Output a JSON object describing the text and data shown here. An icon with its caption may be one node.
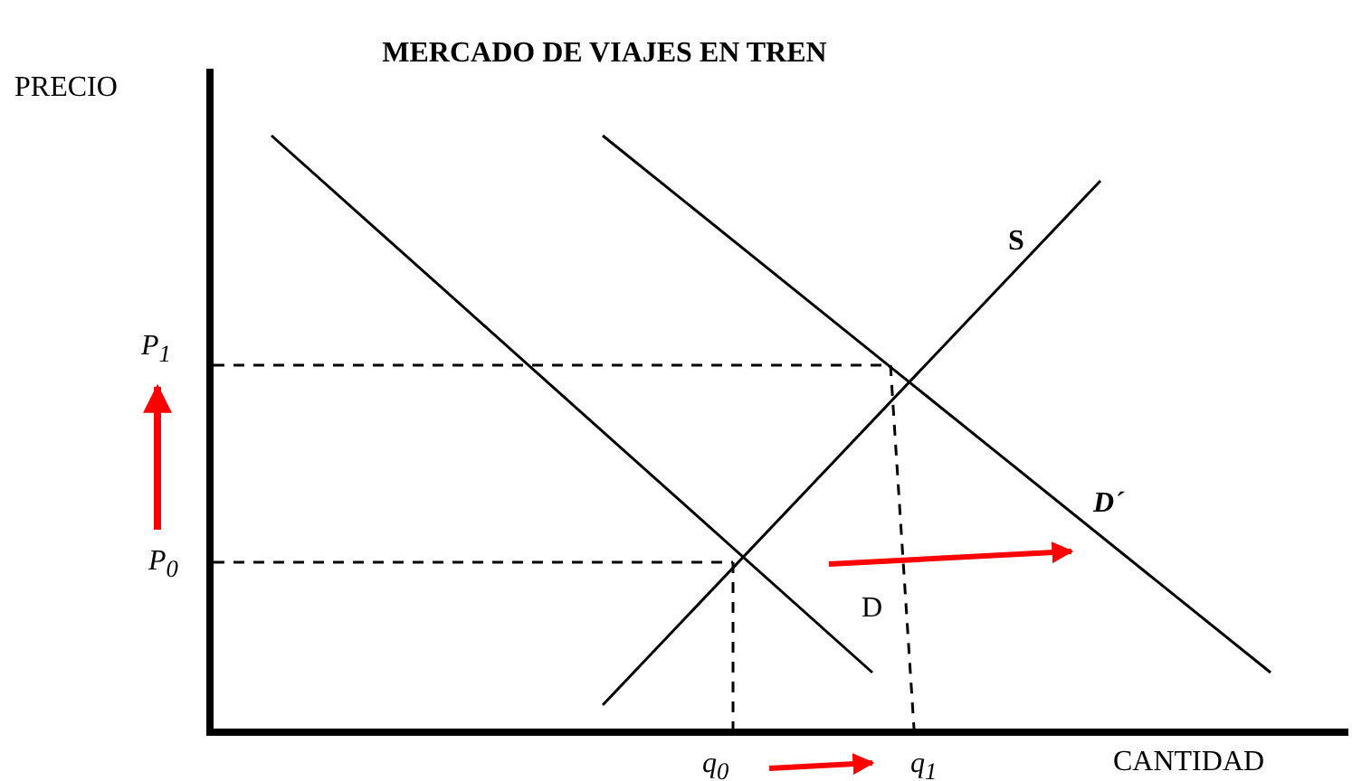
{
  "diagram": {
    "title": "MERCADO DE VIAJES EN TREN",
    "labels": [
      "PRECIO",
      "P$_{1}$",
      "P$_{0}$",
      "S",
      "D´",
      "D",
      "q$_{0}$",
      "q$_{1}$",
      "CANTIDAD"
    ]
  }
}
